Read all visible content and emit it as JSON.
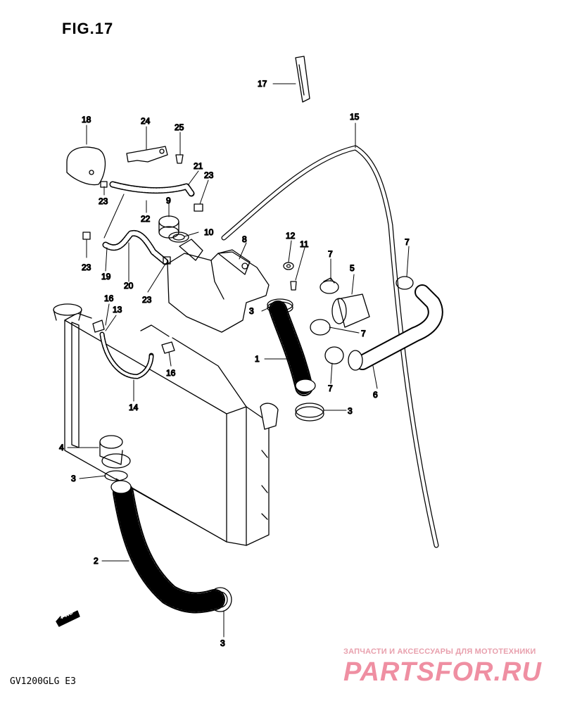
{
  "figure": {
    "title": "FIG.17",
    "model_code": "GV1200GLG  E3",
    "fwd_label": "FWD"
  },
  "watermark": {
    "tagline": "ЗАПЧАСТИ И АКСЕССУАРЫ ДЛЯ МОТОТЕХНИКИ",
    "logo": "PARTSFOR.RU",
    "color": "#ef8fa2"
  },
  "callouts": {
    "c1": "1",
    "c2": "2",
    "c3a": "3",
    "c3b": "3",
    "c3c": "3",
    "c3d": "3",
    "c4": "4",
    "c5": "5",
    "c6": "6",
    "c7a": "7",
    "c7b": "7",
    "c7c": "7",
    "c7d": "7",
    "c8": "8",
    "c9": "9",
    "c10": "10",
    "c11": "11",
    "c12": "12",
    "c13": "13",
    "c14": "14",
    "c15": "15",
    "c16a": "16",
    "c16b": "16",
    "c17": "17",
    "c18": "18",
    "c19": "19",
    "c20": "20",
    "c21": "21",
    "c22": "22",
    "c23a": "23",
    "c23b": "23",
    "c23c": "23",
    "c23d": "23",
    "c24": "24",
    "c25": "25"
  }
}
